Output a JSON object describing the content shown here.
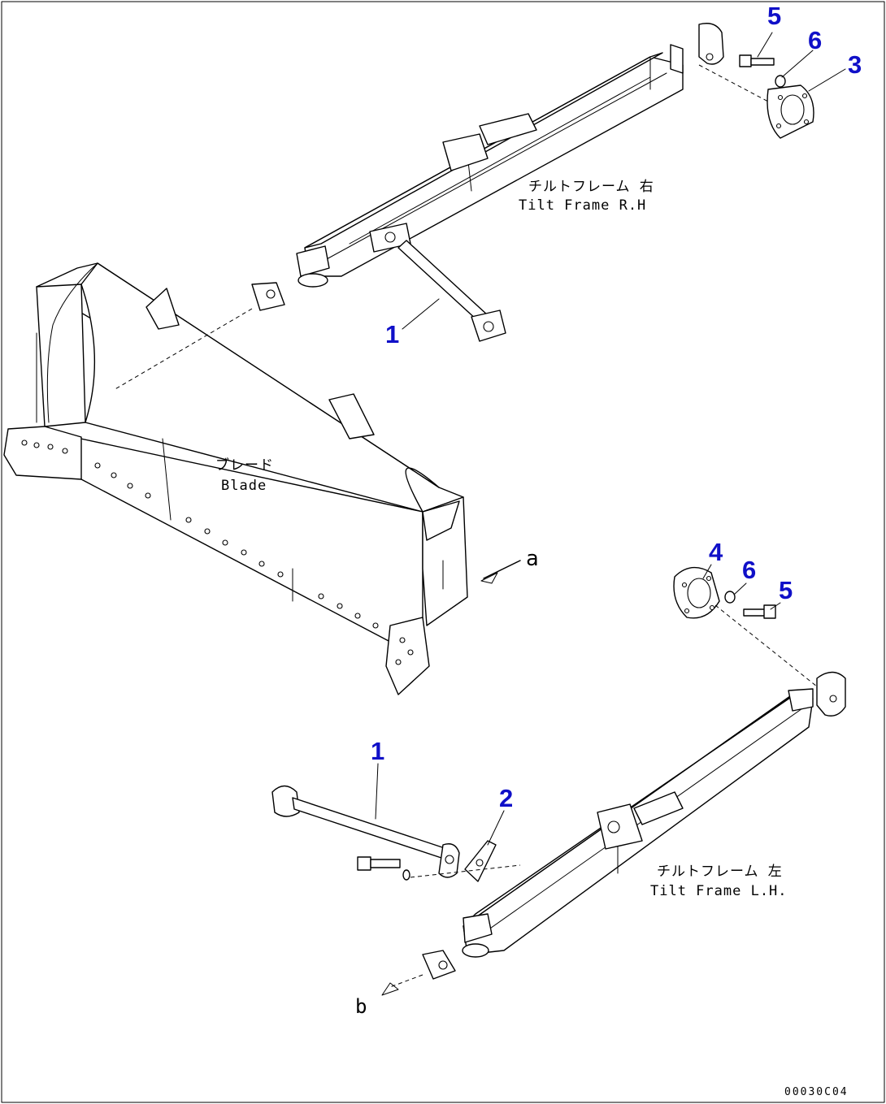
{
  "diagram": {
    "callout_color": "#1010c8",
    "callouts": [
      {
        "id": "c5-top",
        "text": "5"
      },
      {
        "id": "c6-top",
        "text": "6"
      },
      {
        "id": "c3-top",
        "text": "3"
      },
      {
        "id": "c1-top",
        "text": "1"
      },
      {
        "id": "c4-mid",
        "text": "4"
      },
      {
        "id": "c6-mid",
        "text": "6"
      },
      {
        "id": "c5-mid",
        "text": "5"
      },
      {
        "id": "c1-bottom",
        "text": "1"
      },
      {
        "id": "c2-bottom",
        "text": "2"
      }
    ],
    "labels": {
      "tilt_frame_rh_jp": "チルトフレーム 右",
      "tilt_frame_rh_en": "Tilt Frame R.H",
      "blade_jp": "ブレード",
      "blade_en": "Blade",
      "tilt_frame_lh_jp": "チルトフレーム 左",
      "tilt_frame_lh_en": "Tilt Frame L.H.",
      "ref_a": "a",
      "ref_b": "b"
    },
    "drawing_code": "00030C04"
  }
}
